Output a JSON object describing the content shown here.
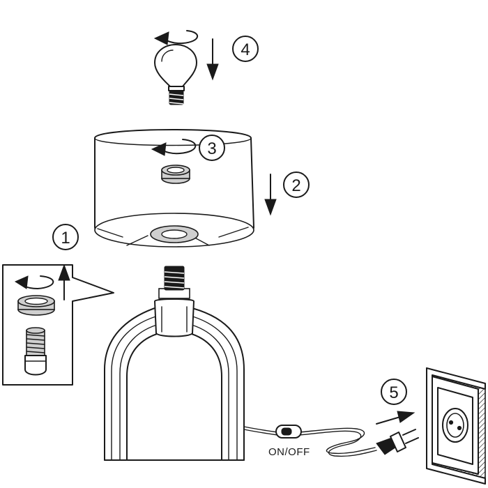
{
  "steps": {
    "one": "1",
    "two": "2",
    "three": "3",
    "four": "4",
    "five": "5"
  },
  "switch_label": "ON/OFF",
  "colors": {
    "line": "#1a1a1a",
    "shade_grey": "#cfcfcf",
    "background": "#ffffff"
  },
  "icons": [
    "bulb-icon",
    "lamp-shade",
    "lamp-base",
    "socket-ring",
    "lamp-holder",
    "plug-icon",
    "wall-outlet-icon",
    "rotate-arrow-icon",
    "down-arrow-icon",
    "up-arrow-icon"
  ]
}
